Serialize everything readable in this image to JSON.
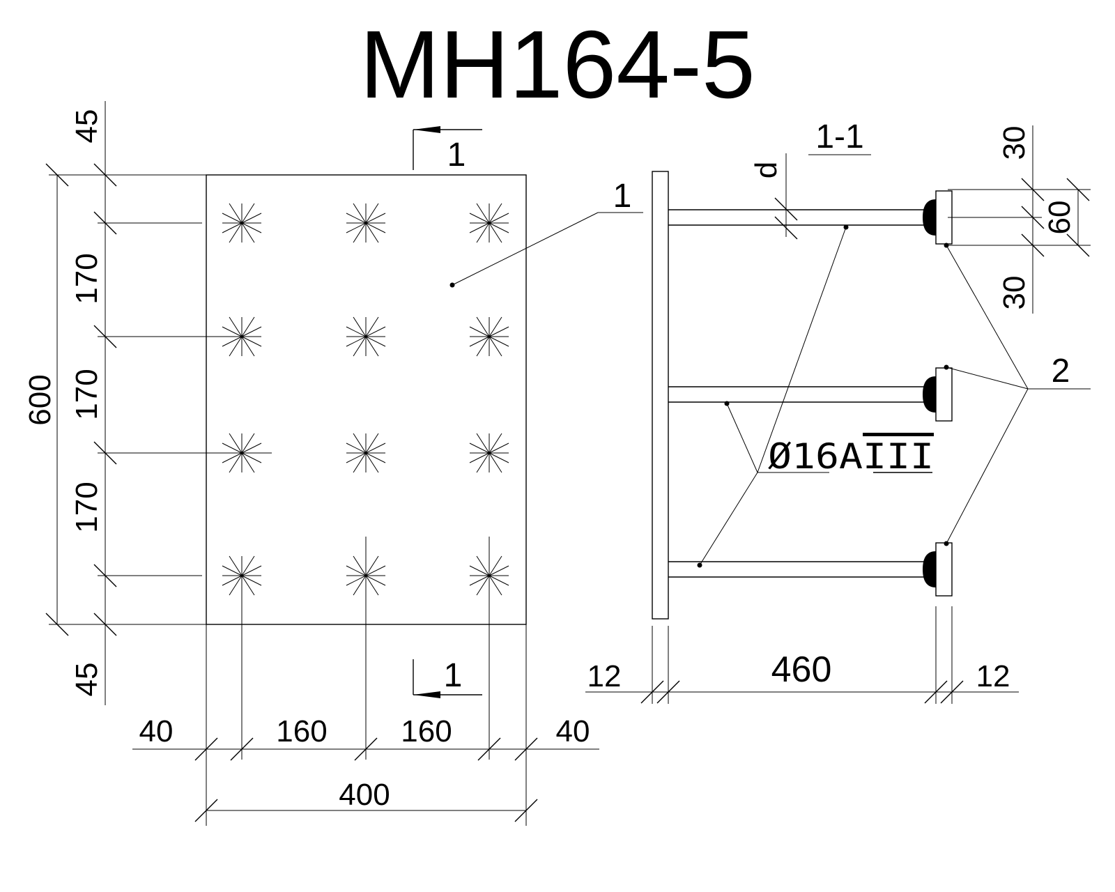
{
  "title": "MH164-5",
  "plan": {
    "dim_left": {
      "top": "45",
      "rows": [
        "170",
        "170",
        "170"
      ],
      "total": "600",
      "bottom": "45"
    },
    "dim_bottom": {
      "edge_left": "40",
      "spans": [
        "160",
        "160"
      ],
      "edge_right": "40",
      "total": "400"
    },
    "section_mark": "1",
    "callout": "1"
  },
  "section": {
    "label": "1-1",
    "thickness_label": "d",
    "rebar_label": "Ø16AIII",
    "rebar_diameter": "Ø16",
    "rebar_class": "A",
    "rebar_grade": "III",
    "callout_plate": "1",
    "callout_washer": "2",
    "dim_right": {
      "top": "30",
      "middle": "60",
      "bottom": "30"
    },
    "dim_bottom": {
      "left": "12",
      "middle": "460",
      "right": "12"
    }
  }
}
